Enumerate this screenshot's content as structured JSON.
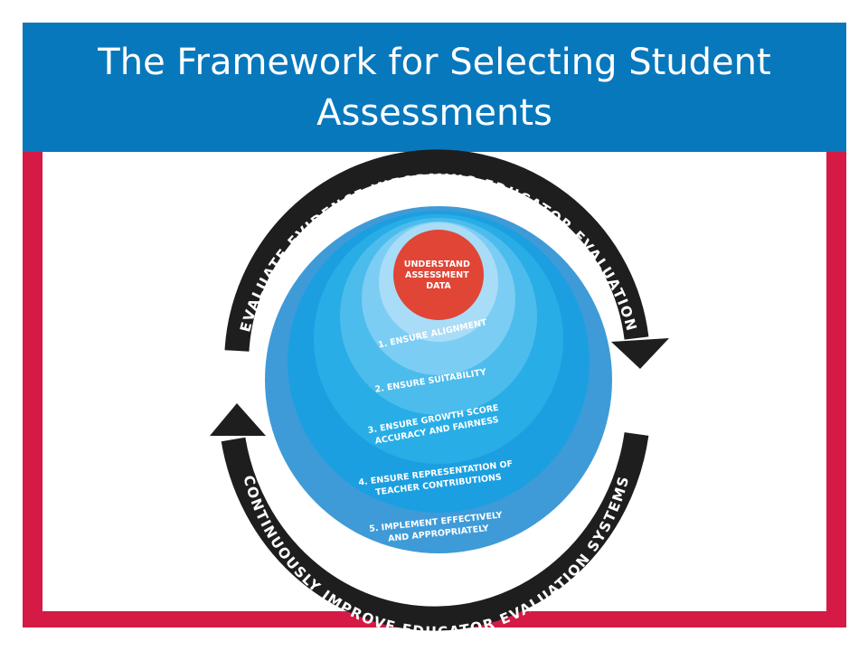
{
  "slide": {
    "title": "The Framework for Selecting Student Assessments"
  },
  "colors": {
    "title_bar": "#0878bd",
    "frame_red": "#d41a45",
    "core_red": "#e04535",
    "cycle_arrow": "#1e1e1e",
    "ring_1": "#a9dcf6",
    "ring_2": "#7ccdf3",
    "ring_3": "#4cbcec",
    "ring_4": "#28ade6",
    "ring_5": "#1c9fe0",
    "ring_6": "#3e9bd8"
  },
  "diagram": {
    "core_label": [
      "UNDERSTAND",
      "ASSESSMENT",
      "DATA"
    ],
    "steps": [
      {
        "lines": [
          "1. ENSURE ALIGNMENT"
        ]
      },
      {
        "lines": [
          "2. ENSURE SUITABILITY"
        ]
      },
      {
        "lines": [
          "3. ENSURE GROWTH SCORE",
          "ACCURACY AND FAIRNESS"
        ]
      },
      {
        "lines": [
          "4. ENSURE REPRESENTATION OF",
          "TEACHER CONTRIBUTIONS"
        ]
      },
      {
        "lines": [
          "5. IMPLEMENT EFFECTIVELY",
          "AND APPROPRIATELY"
        ]
      }
    ],
    "top_arc_label": "EVALUATE EVIDENCE INFORMING EDUCATOR EVALUATION",
    "bottom_arc_label": "CONTINUOUSLY IMPROVE EDUCATOR EVALUATION SYSTEMS"
  }
}
